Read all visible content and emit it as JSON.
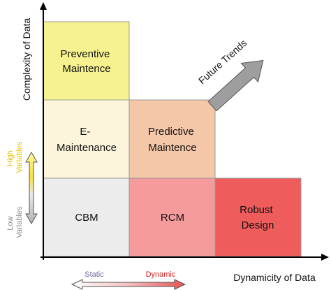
{
  "axes": {
    "y_label": "Complexity of Data",
    "x_label": "Dynamicity of Data"
  },
  "cells": [
    {
      "id": "preventive",
      "lines": [
        "Preventive",
        "Maintence"
      ],
      "color": "#f6f28f"
    },
    {
      "id": "e-maintenance",
      "lines": [
        "E-",
        "Maintenance"
      ],
      "color": "#fcf5dc"
    },
    {
      "id": "predictive",
      "lines": [
        "Predictive",
        "Maintence"
      ],
      "color": "#f5c7a9"
    },
    {
      "id": "cbm",
      "lines": [
        "CBM"
      ],
      "color": "#ececec"
    },
    {
      "id": "rcm",
      "lines": [
        "RCM"
      ],
      "color": "#f59b9b"
    },
    {
      "id": "robust-design",
      "lines": [
        "Robust",
        "Design"
      ],
      "color": "#ee5c5c"
    }
  ],
  "future_trends": {
    "label": "Future Trends",
    "color": "#9e9e9e"
  },
  "vertical_legend": {
    "high_lines": [
      "High",
      "Variables"
    ],
    "high_color": "#e6c200",
    "low_lines": [
      "Low",
      "Variables"
    ],
    "low_color": "#8c8c8c"
  },
  "horizontal_legend": {
    "static_label": "Static",
    "static_color": "#6b6b9a",
    "dynamic_label": "Dynamic",
    "dynamic_color": "#cc2222"
  }
}
